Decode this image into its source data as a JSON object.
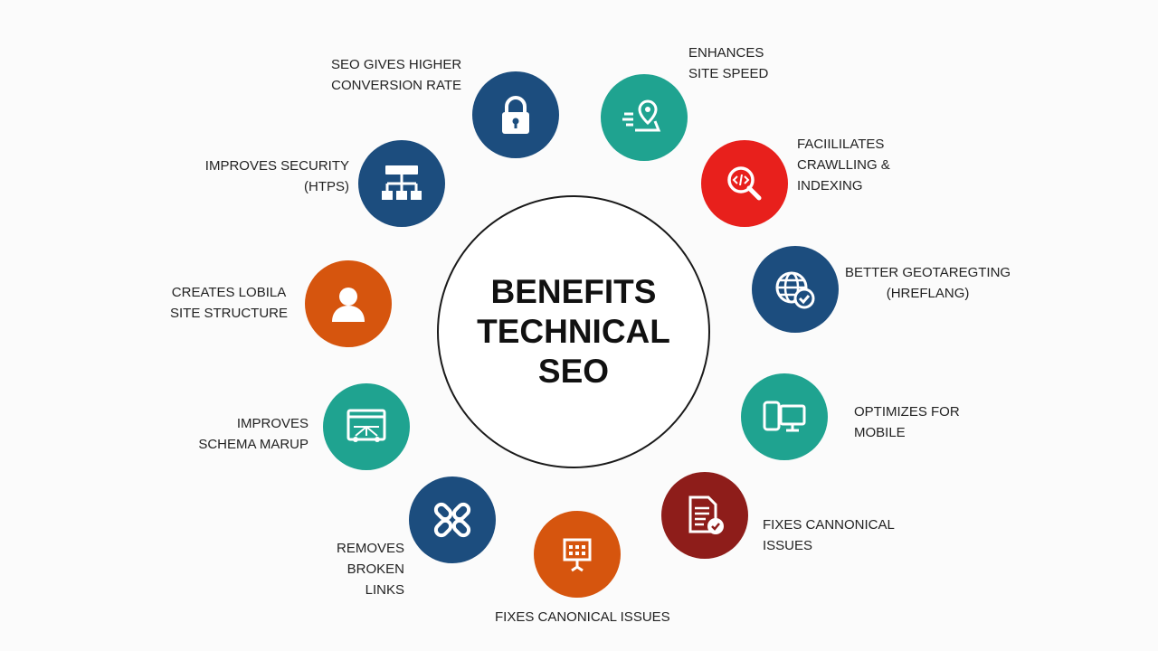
{
  "center": {
    "title": "BENEFITS\nTECHNICAL\nSEO"
  },
  "colors": {
    "dark_blue": "#1c4d7e",
    "teal": "#1fa390",
    "red": "#e8201c",
    "orange": "#d6550e",
    "dark_red": "#8e1d1a"
  },
  "nodes": [
    {
      "label": "SEO GIVES HIGHER\nCONVERSION RATE",
      "icon": "lock-icon",
      "color": "#1c4d7e"
    },
    {
      "label": "ENHANCES\nSITE SPEED",
      "icon": "location-pin-speed-icon",
      "color": "#1fa390"
    },
    {
      "label": "FACIILILATES\nCRAWLLING &\n INDEXING",
      "icon": "code-search-icon",
      "color": "#e8201c"
    },
    {
      "label": "BETTER GEOTAREGTING\n(HREFLANG)",
      "icon": "globe-check-icon",
      "color": "#1c4d7e"
    },
    {
      "label": "OPTIMIZES FOR\nMOBILE",
      "icon": "mobile-desktop-icon",
      "color": "#1fa390"
    },
    {
      "label": "FIXES CANNONICAL\nISSUES",
      "icon": "document-check-icon",
      "color": "#8e1d1a"
    },
    {
      "label": "FIXES CANONICAL ISSUES",
      "icon": "presentation-board-icon",
      "color": "#d6550e"
    },
    {
      "label": "REMOVES\nBROKEN LINKS",
      "icon": "broken-link-icon",
      "color": "#1c4d7e"
    },
    {
      "label": "IMPROVES\nSCHEMA MARUP",
      "icon": "schema-browser-icon",
      "color": "#1fa390"
    },
    {
      "label": "CREATES LOBILA\nSITE STRUCTURE",
      "icon": "user-icon",
      "color": "#d6550e"
    },
    {
      "label": "IMPROVES SECURITY\n(HTPS)",
      "icon": "sitemap-network-icon",
      "color": "#1c4d7e"
    }
  ]
}
